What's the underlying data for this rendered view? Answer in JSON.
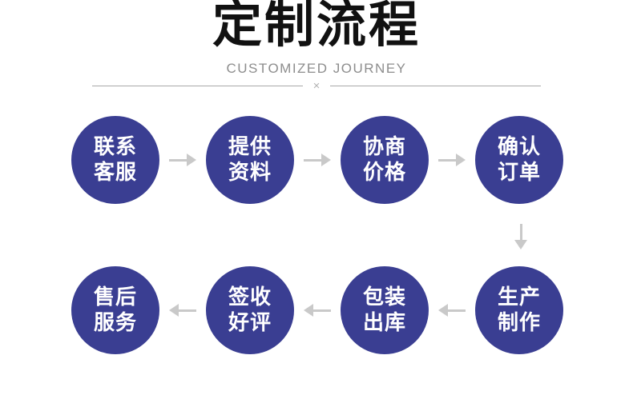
{
  "header": {
    "title": "定制流程",
    "subtitle": "CUSTOMIZED JOURNEY",
    "divider_symbol": "×"
  },
  "colors": {
    "circle_blue": "#3a3e92",
    "arrow_gray": "#c9c9c9",
    "title_black": "#111111",
    "subtitle_gray": "#8d8d8d"
  },
  "flow": {
    "row1": [
      {
        "step": 1,
        "line1": "联系",
        "line2": "客服"
      },
      {
        "step": 2,
        "line1": "提供",
        "line2": "资料"
      },
      {
        "step": 3,
        "line1": "协商",
        "line2": "价格"
      },
      {
        "step": 4,
        "line1": "确认",
        "line2": "订单"
      }
    ],
    "row1_direction": "left-to-right",
    "row2": [
      {
        "step": 8,
        "line1": "售后",
        "line2": "服务"
      },
      {
        "step": 7,
        "line1": "签收",
        "line2": "好评"
      },
      {
        "step": 6,
        "line1": "包装",
        "line2": "出库"
      },
      {
        "step": 5,
        "line1": "生产",
        "line2": "制作"
      }
    ],
    "row2_direction": "right-to-left"
  }
}
